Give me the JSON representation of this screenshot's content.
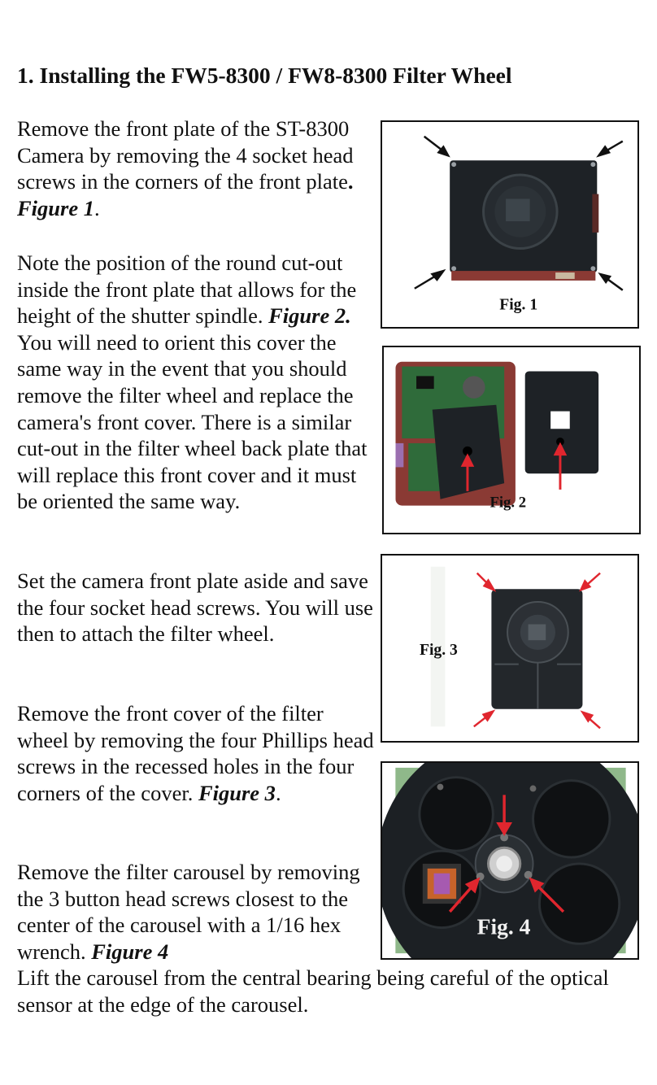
{
  "heading": "1.  Installing the FW5-8300 / FW8-8300 Filter Wheel",
  "paragraphs": [
    {
      "text": "Remove the front plate of the ST-8300 Camera by removing the 4 socket head screws in the corners of the front plate",
      "mid": ". ",
      "ref": "Figure 1",
      "tail": "."
    },
    {
      "text": "Note the position of the round cut-out inside the front plate that allows for the height of the shutter spindle.",
      "ref": "Figure 2.",
      "tail": "  You will need to orient this cover the same way in the event that you should remove the filter wheel and replace the camera's front cover.  There is a similar cut-out in the filter wheel back plate that will replace this front cover and it must be oriented the same way."
    },
    {
      "text": "Set the camera front plate aside and save the four socket head screws. You will use then to attach the filter wheel."
    },
    {
      "text": "Remove the front cover of the filter wheel by removing the four Phillips head screws in the recessed holes in the four corners of the cover.",
      "ref": "Figure 3",
      "tail": "."
    },
    {
      "text": "Remove the filter carousel by removing the 3 button head screws closest to the center of the carousel with a 1/16 hex wrench.",
      "ref": "Figure 4"
    }
  ],
  "closing": "Lift the carousel from the central bearing being careful of the optical sensor at the edge of the carousel.",
  "figures": {
    "fig1": "Fig. 1",
    "fig2": "Fig. 2",
    "fig3": "Fig. 3",
    "fig4": "Fig. 4"
  },
  "colors": {
    "arrow_red": "#e0262e",
    "camera_body": "#8a3a34",
    "plate_dark": "#1e2226"
  }
}
